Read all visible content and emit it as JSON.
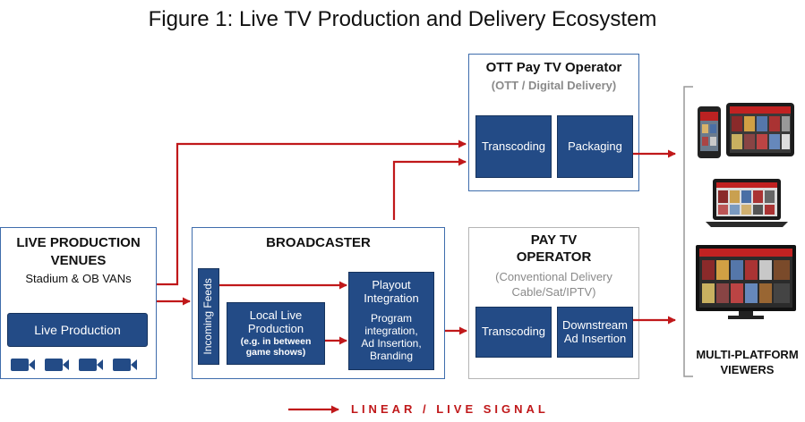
{
  "title": "Figure 1: Live TV Production and Delivery Ecosystem",
  "colors": {
    "box_fill": "#234b86",
    "blue_border": "#3f6dac",
    "grey_border": "#b5b5b5",
    "arrow": "#c0181a"
  },
  "venues": {
    "title_line1": "LIVE PRODUCTION",
    "title_line2": "VENUES",
    "subtitle": "Stadium & OB VANs",
    "box": "Live Production",
    "icons": [
      "camera-icon",
      "camera-icon",
      "camera-icon",
      "camera-icon"
    ]
  },
  "broadcaster": {
    "title": "BROADCASTER",
    "incoming_feeds": "Incoming Feeds",
    "local_live_line1": "Local Live",
    "local_live_line2": "Production",
    "local_live_note_line1": "(e.g. in between",
    "local_live_note_line2": "game shows)",
    "playout_line1": "Playout",
    "playout_line2": "Integration",
    "playout_note_line1": "Program",
    "playout_note_line2": "integration,",
    "playout_note_line3": "Ad Insertion,",
    "playout_note_line4": "Branding"
  },
  "ott": {
    "title": "OTT Pay TV Operator",
    "subtitle": "(OTT / Digital Delivery)",
    "box1": "Transcoding",
    "box2": "Packaging"
  },
  "paytv": {
    "title_line1": "PAY TV",
    "title_line2": "OPERATOR",
    "subtitle_line1": "(Conventional Delivery",
    "subtitle_line2": "Cable/Sat/IPTV)",
    "box1": "Transcoding",
    "box2_line1": "Downstream",
    "box2_line2": "Ad Insertion"
  },
  "viewers": {
    "label_line1": "MULTI-PLATFORM",
    "label_line2": "VIEWERS",
    "devices": [
      "smartphone-tablet-icon",
      "laptop-icon",
      "television-icon"
    ]
  },
  "legend": {
    "label": "LINEAR / LIVE SIGNAL"
  }
}
